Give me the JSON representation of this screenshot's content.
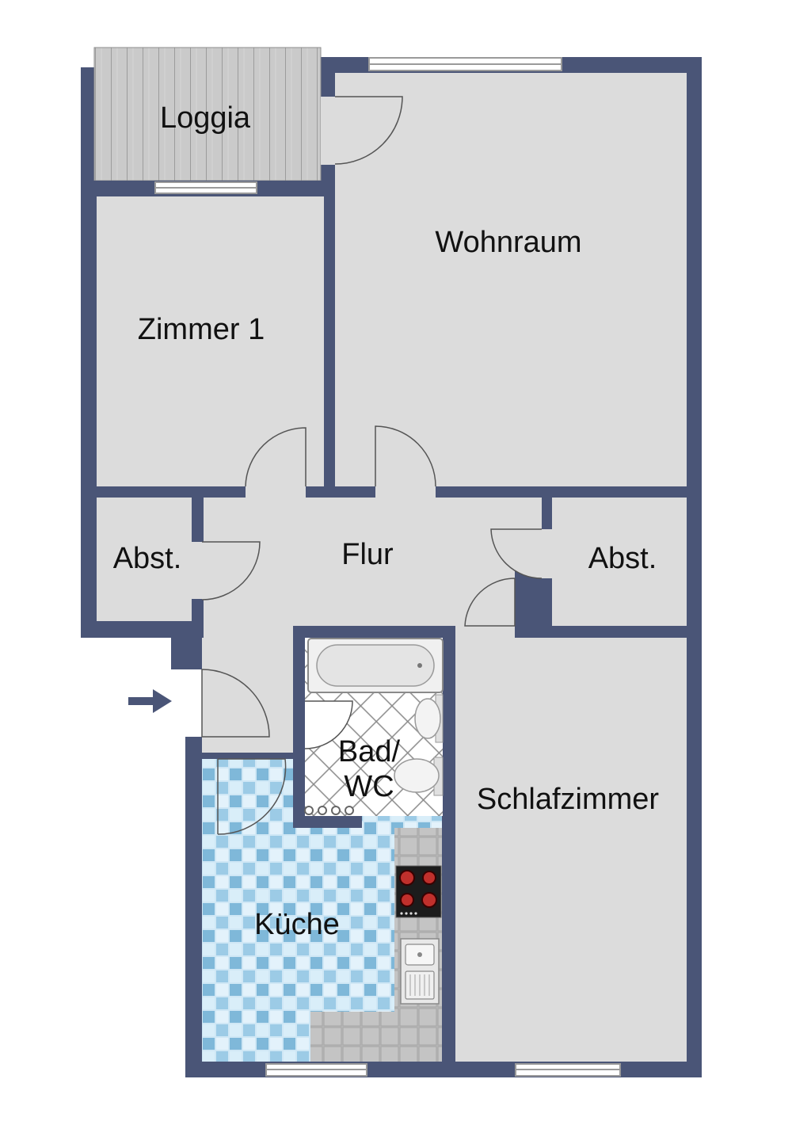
{
  "colors": {
    "wall": "#4a5577",
    "floor": "#dcdcdc",
    "door_line": "#555555",
    "window_frame": "#9a9a9a",
    "loggia_wood": "#c9c9c9",
    "kitchen_tile_light": "#bfe0f2",
    "kitchen_tile_dark": "#7fb8d9",
    "counter": "#b5b5b5",
    "hob": "#1c1c1c",
    "hob_ring": "#c0302c"
  },
  "entrance": {
    "icon": "arrow-right-icon"
  },
  "rooms": {
    "loggia": "Loggia",
    "wohnraum": "Wohnraum",
    "zimmer1": "Zimmer 1",
    "abst_left": "Abst.",
    "flur": "Flur",
    "abst_right": "Abst.",
    "bad_line1": "Bad/",
    "bad_line2": "WC",
    "schlafzimmer": "Schlafzimmer",
    "kueche": "Küche"
  }
}
